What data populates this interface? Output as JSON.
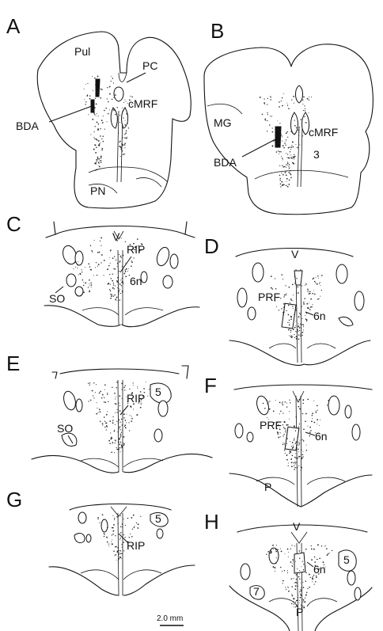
{
  "panels": [
    {
      "id": "A",
      "letter": "A",
      "labels": [
        "Pul",
        "PC",
        "cMRF",
        "BDA",
        "PN"
      ]
    },
    {
      "id": "B",
      "letter": "B",
      "labels": [
        "MG",
        "cMRF",
        "3",
        "BDA"
      ]
    },
    {
      "id": "C",
      "letter": "C",
      "labels": [
        "V",
        "RIP",
        "6n",
        "SO"
      ]
    },
    {
      "id": "D",
      "letter": "D",
      "labels": [
        "V",
        "PRF",
        "6n"
      ]
    },
    {
      "id": "E",
      "letter": "E",
      "labels": [
        "RIP",
        "5",
        "SO"
      ]
    },
    {
      "id": "F",
      "letter": "F",
      "labels": [
        "PRF",
        "6n",
        "P"
      ]
    },
    {
      "id": "G",
      "letter": "G",
      "labels": [
        "5",
        "RIP"
      ]
    },
    {
      "id": "H",
      "letter": "H",
      "labels": [
        "V",
        "6n",
        "5",
        "7",
        "P"
      ]
    }
  ],
  "scale_bar": {
    "label": "2.0 mm"
  }
}
